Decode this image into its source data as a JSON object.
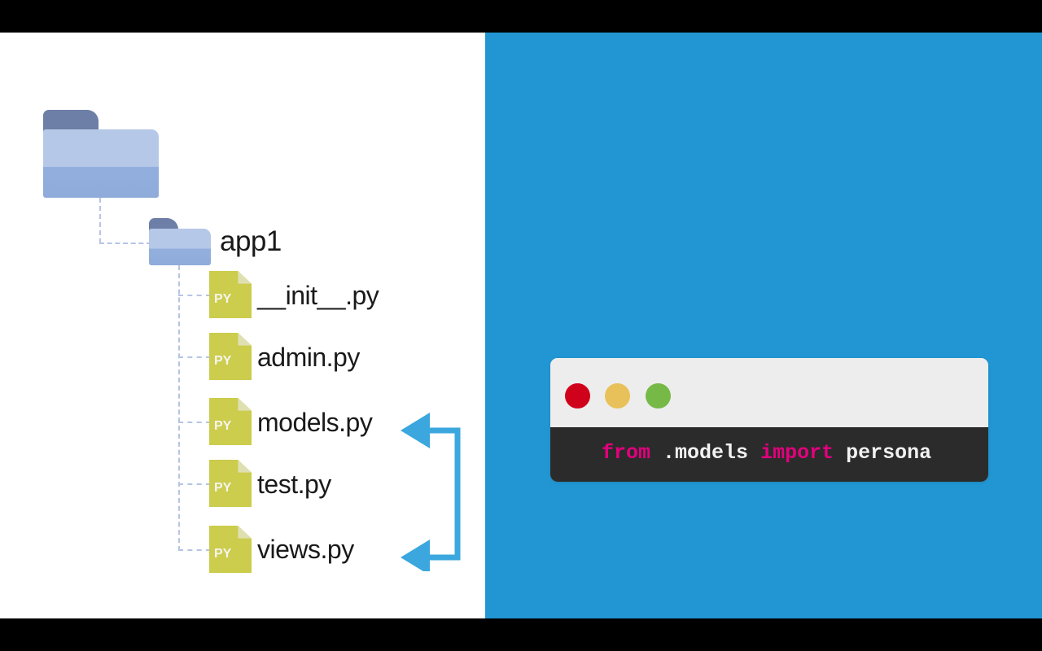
{
  "theme": {
    "letterbox_color": "#000000",
    "left_panel_bg": "#ffffff",
    "right_panel_bg": "#2196d3",
    "accent_arrow": "#3ba7de",
    "folder_tab": "#6d7fa6",
    "folder_body": "#aec2e3",
    "pyfile_color": "#cccc4d",
    "tree_line": "#b6c4e4",
    "code_bg": "#2b2b2b",
    "code_keyword": "#e3007d",
    "code_text": "#f2f2f2",
    "titlebar_bg": "#ededed"
  },
  "tree": {
    "root": {
      "name": "root-folder",
      "label": ""
    },
    "app": {
      "label": "app1",
      "icon": "folder-icon"
    },
    "files": [
      {
        "label": "__init__.py",
        "icon": "python-file-icon",
        "badge": "PY"
      },
      {
        "label": "admin.py",
        "icon": "python-file-icon",
        "badge": "PY"
      },
      {
        "label": "models.py",
        "icon": "python-file-icon",
        "badge": "PY"
      },
      {
        "label": "test.py",
        "icon": "python-file-icon",
        "badge": "PY"
      },
      {
        "label": "views.py",
        "icon": "python-file-icon",
        "badge": "PY"
      }
    ]
  },
  "code_window": {
    "traffic_lights": [
      {
        "name": "close",
        "color": "#d0021b"
      },
      {
        "name": "minimize",
        "color": "#e8c15a"
      },
      {
        "name": "maximize",
        "color": "#76b947"
      }
    ],
    "code": {
      "full_line": "from .models import persona",
      "tokens": [
        {
          "text": "from",
          "type": "keyword"
        },
        {
          "text": " ",
          "type": "plain"
        },
        {
          "text": ".models",
          "type": "identifier"
        },
        {
          "text": " ",
          "type": "plain"
        },
        {
          "text": "import",
          "type": "keyword"
        },
        {
          "text": " ",
          "type": "plain"
        },
        {
          "text": "persona",
          "type": "identifier"
        }
      ]
    }
  },
  "annotation": {
    "arrow_targets": [
      "models.py",
      "views.py"
    ],
    "shape": "bracket-double-arrow-left"
  }
}
